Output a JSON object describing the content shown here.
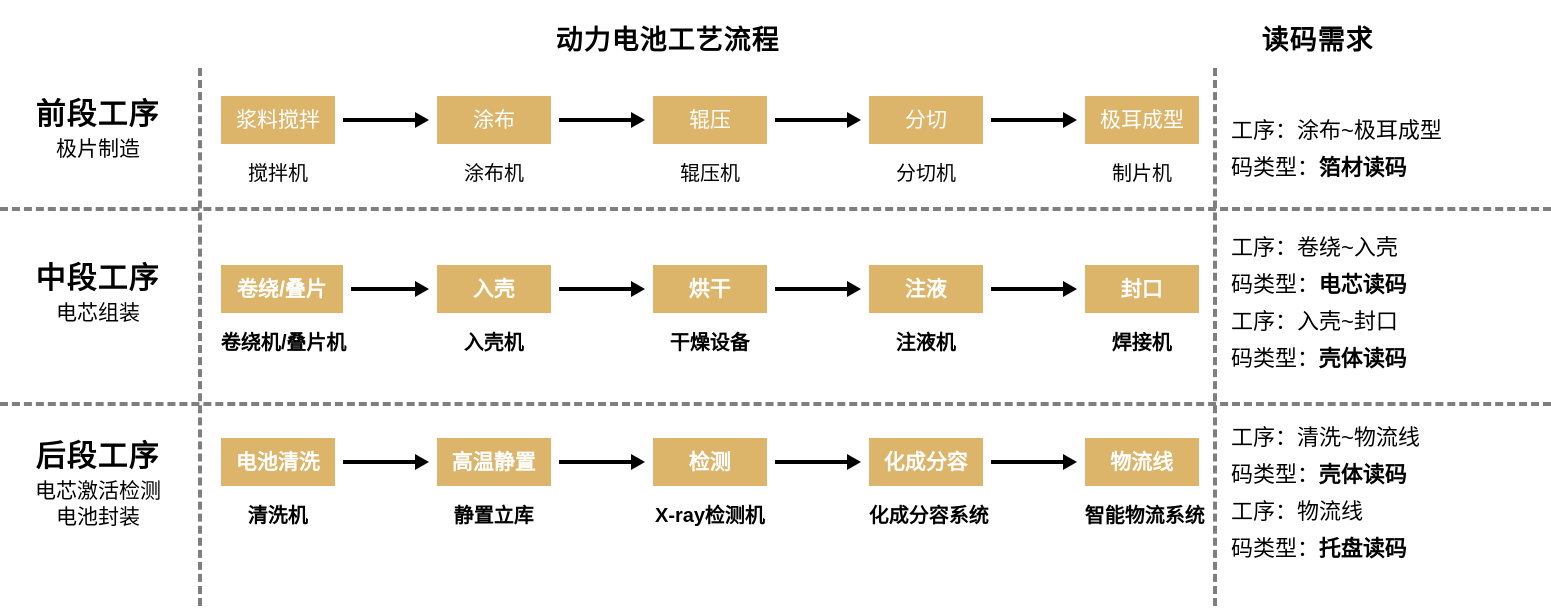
{
  "headers": {
    "process_title": "动力电池工艺流程",
    "requirement_title": "读码需求"
  },
  "accent_color": "#dcb56b",
  "divider_color": "#7f7f7f",
  "rows": [
    {
      "stage": {
        "title": "前段工序",
        "subtitle": "极片制造"
      },
      "steps": [
        {
          "box": "浆料搅拌",
          "label": "搅拌机"
        },
        {
          "box": "涂布",
          "label": "涂布机"
        },
        {
          "box": "辊压",
          "label": "辊压机"
        },
        {
          "box": "分切",
          "label": "分切机"
        },
        {
          "box": "极耳成型",
          "label": "制片机"
        }
      ],
      "requirements": [
        {
          "process_prefix": "工序：",
          "process_value": "涂布~极耳成型",
          "code_prefix": "码类型：",
          "code_value": "箔材读码"
        }
      ]
    },
    {
      "stage": {
        "title": "中段工序",
        "subtitle": "电芯组装"
      },
      "steps": [
        {
          "box": "卷绕/叠片",
          "label": "卷绕机/叠片机"
        },
        {
          "box": "入壳",
          "label": "入壳机"
        },
        {
          "box": "烘干",
          "label": "干燥设备"
        },
        {
          "box": "注液",
          "label": "注液机"
        },
        {
          "box": "封口",
          "label": "焊接机"
        }
      ],
      "requirements": [
        {
          "process_prefix": "工序：",
          "process_value": "卷绕~入壳",
          "code_prefix": "码类型：",
          "code_value": "电芯读码"
        },
        {
          "process_prefix": "工序：",
          "process_value": "入壳~封口",
          "code_prefix": "码类型：",
          "code_value": "壳体读码"
        }
      ]
    },
    {
      "stage": {
        "title": "后段工序",
        "subtitle": "电芯激活检测\n电池封装"
      },
      "steps": [
        {
          "box": "电池清洗",
          "label": "清洗机"
        },
        {
          "box": "高温静置",
          "label": "静置立库"
        },
        {
          "box": "检测",
          "label": "X-ray检测机"
        },
        {
          "box": "化成分容",
          "label": "化成分容系统"
        },
        {
          "box": "物流线",
          "label": "智能物流系统"
        }
      ],
      "requirements": [
        {
          "process_prefix": "工序：",
          "process_value": "清洗~物流线",
          "code_prefix": "码类型：",
          "code_value": "壳体读码"
        },
        {
          "process_prefix": "工序：",
          "process_value": "物流线",
          "code_prefix": "码类型：",
          "code_value": "托盘读码"
        }
      ]
    }
  ]
}
